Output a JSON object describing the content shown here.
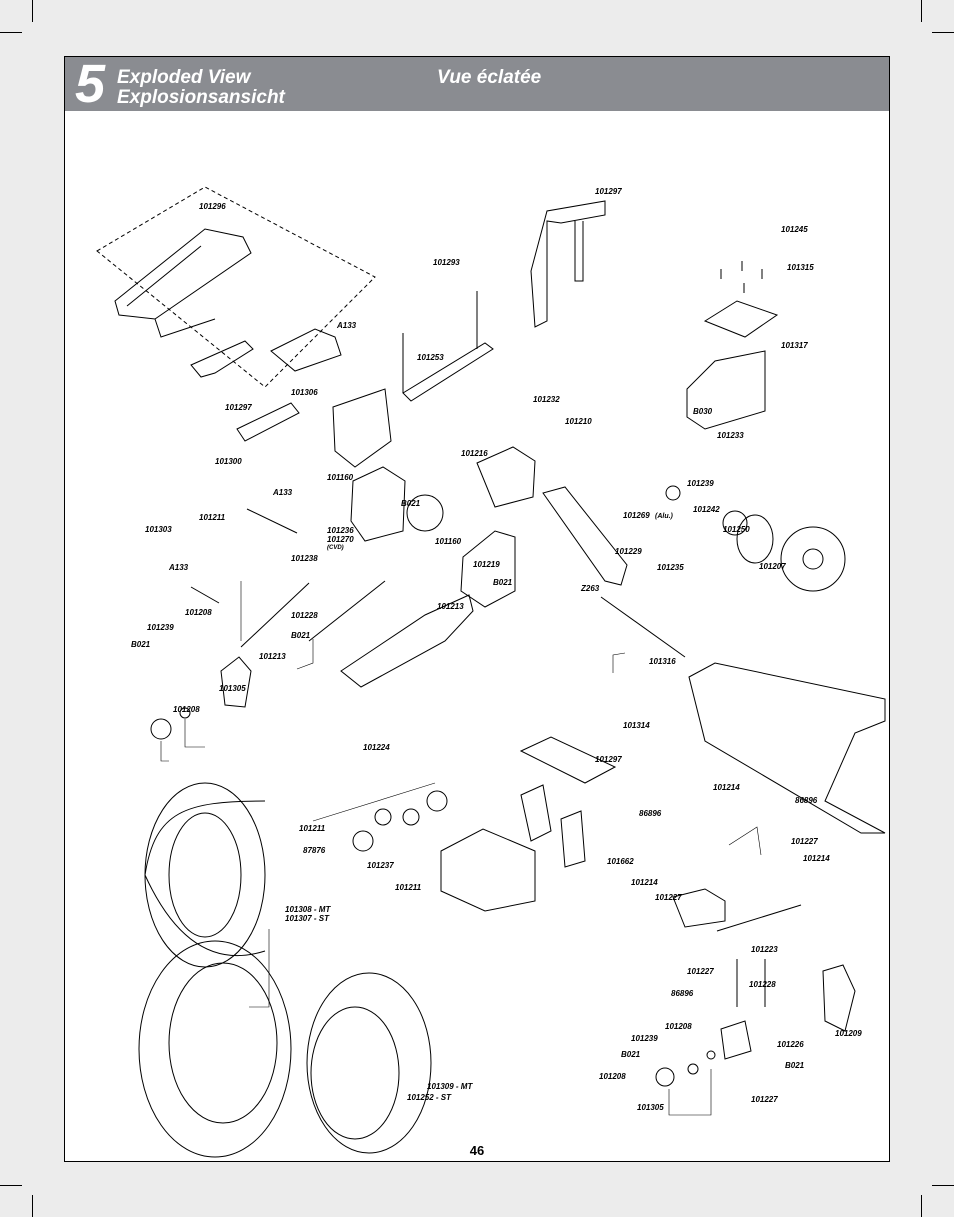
{
  "header": {
    "step": "5",
    "title_en": "Exploded View",
    "title_de": "Explosionsansicht",
    "title_fr": "Vue éclatée"
  },
  "page_number": "46",
  "labels": [
    {
      "id": "l0",
      "text": "101297"
    },
    {
      "id": "l1",
      "text": "101296"
    },
    {
      "id": "l2",
      "text": "101245"
    },
    {
      "id": "l3",
      "text": "101293"
    },
    {
      "id": "l4",
      "text": "101315"
    },
    {
      "id": "l5",
      "text": "A133"
    },
    {
      "id": "l6",
      "text": "101317"
    },
    {
      "id": "l7",
      "text": "101253"
    },
    {
      "id": "l8",
      "text": "101306"
    },
    {
      "id": "l9",
      "text": "101232"
    },
    {
      "id": "l10",
      "text": "101297"
    },
    {
      "id": "l11",
      "text": "B030"
    },
    {
      "id": "l12",
      "text": "101210"
    },
    {
      "id": "l13",
      "text": "101233"
    },
    {
      "id": "l14",
      "text": "101216"
    },
    {
      "id": "l15",
      "text": "101300"
    },
    {
      "id": "l16",
      "text": "101160"
    },
    {
      "id": "l17",
      "text": "101239"
    },
    {
      "id": "l18",
      "text": "A133"
    },
    {
      "id": "l19",
      "text": "B021"
    },
    {
      "id": "l20",
      "text": "101242"
    },
    {
      "id": "l21",
      "text": "101269"
    },
    {
      "id": "l22",
      "text": "(Alu.)"
    },
    {
      "id": "l23",
      "text": "101211"
    },
    {
      "id": "l24",
      "text": "101250"
    },
    {
      "id": "l25",
      "text": "101303"
    },
    {
      "id": "l26",
      "text": "101236"
    },
    {
      "id": "l27",
      "text": "101270"
    },
    {
      "id": "l28",
      "text": "(CVD)"
    },
    {
      "id": "l29",
      "text": "101160"
    },
    {
      "id": "l30",
      "text": "101238"
    },
    {
      "id": "l31",
      "text": "101229"
    },
    {
      "id": "l32",
      "text": "101219"
    },
    {
      "id": "l33",
      "text": "101235"
    },
    {
      "id": "l34",
      "text": "101207"
    },
    {
      "id": "l35",
      "text": "A133"
    },
    {
      "id": "l36",
      "text": "B021"
    },
    {
      "id": "l37",
      "text": "Z263"
    },
    {
      "id": "l38",
      "text": "101213"
    },
    {
      "id": "l39",
      "text": "101208"
    },
    {
      "id": "l40",
      "text": "101228"
    },
    {
      "id": "l41",
      "text": "101239"
    },
    {
      "id": "l42",
      "text": "B021"
    },
    {
      "id": "l43",
      "text": "B021"
    },
    {
      "id": "l44",
      "text": "101213"
    },
    {
      "id": "l45",
      "text": "101316"
    },
    {
      "id": "l46",
      "text": "101305"
    },
    {
      "id": "l47",
      "text": "101208"
    },
    {
      "id": "l48",
      "text": "101314"
    },
    {
      "id": "l49",
      "text": "101224"
    },
    {
      "id": "l50",
      "text": "101297"
    },
    {
      "id": "l51",
      "text": "101214"
    },
    {
      "id": "l52",
      "text": "86896"
    },
    {
      "id": "l53",
      "text": "86896"
    },
    {
      "id": "l54",
      "text": "101211"
    },
    {
      "id": "l55",
      "text": "101227"
    },
    {
      "id": "l56",
      "text": "87876"
    },
    {
      "id": "l57",
      "text": "101662"
    },
    {
      "id": "l58",
      "text": "101214"
    },
    {
      "id": "l59",
      "text": "101237"
    },
    {
      "id": "l60",
      "text": "101214"
    },
    {
      "id": "l61",
      "text": "101211"
    },
    {
      "id": "l62",
      "text": "101227"
    },
    {
      "id": "l63",
      "text": "101308 - MT"
    },
    {
      "id": "l64",
      "text": "101307 - ST"
    },
    {
      "id": "l65",
      "text": "101223"
    },
    {
      "id": "l66",
      "text": "101227"
    },
    {
      "id": "l67",
      "text": "101228"
    },
    {
      "id": "l68",
      "text": "86896"
    },
    {
      "id": "l69",
      "text": "101208"
    },
    {
      "id": "l70",
      "text": "101209"
    },
    {
      "id": "l71",
      "text": "101239"
    },
    {
      "id": "l72",
      "text": "101226"
    },
    {
      "id": "l73",
      "text": "B021"
    },
    {
      "id": "l74",
      "text": "B021"
    },
    {
      "id": "l75",
      "text": "101208"
    },
    {
      "id": "l76",
      "text": "101309 - MT"
    },
    {
      "id": "l77",
      "text": "101252 - ST"
    },
    {
      "id": "l78",
      "text": "101305"
    },
    {
      "id": "l79",
      "text": "101227"
    }
  ]
}
